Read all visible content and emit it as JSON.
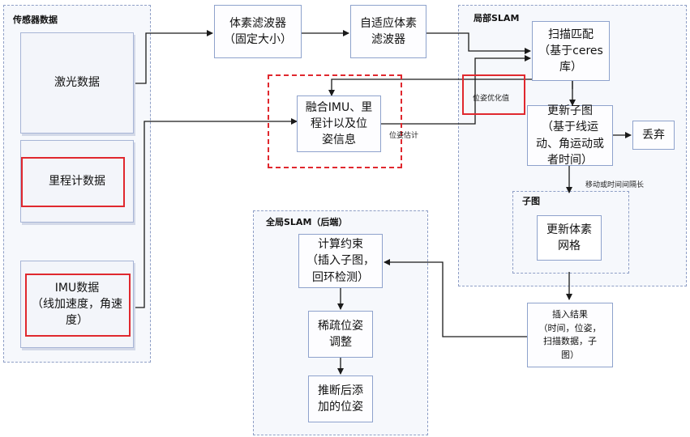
{
  "groups": {
    "sensor": "传感器数据",
    "local": "局部SLAM",
    "global": "全局SLAM（后端）",
    "submap": "子图"
  },
  "nodes": {
    "laser": "激光数据",
    "odom": "里程计数据",
    "imu": "IMU数据\n（线加速度，角速\n度）",
    "voxel": "体素滤波器\n（固定大小）",
    "adaptive": "自适应体素\n滤波器",
    "fuse": "融合IMU、里\n程计以及位\n姿信息",
    "scan": "扫描匹配\n（基于ceres\n库）",
    "update": "更新子图\n（基于线运\n动、角运动或\n者时间）",
    "discard": "丢弃",
    "grid": "更新体素\n网格",
    "insert": "插入结果\n（时间，位姿，\n扫描数据，子\n图）",
    "constraint": "计算约束\n（插入子图，\n回环检测）",
    "sparse": "稀疏位姿\n调整",
    "infer": "推断后添\n加的位姿"
  },
  "edge_labels": {
    "pose_opt": "位姿优化值",
    "pose_est": "位姿估计",
    "move_time": "移动或时间间隔长"
  },
  "colors": {
    "arrow": "#1a1a1a",
    "highlight": "#e0282e",
    "box_border": "#8ea2cc",
    "group_border": "#8f9fc6"
  }
}
